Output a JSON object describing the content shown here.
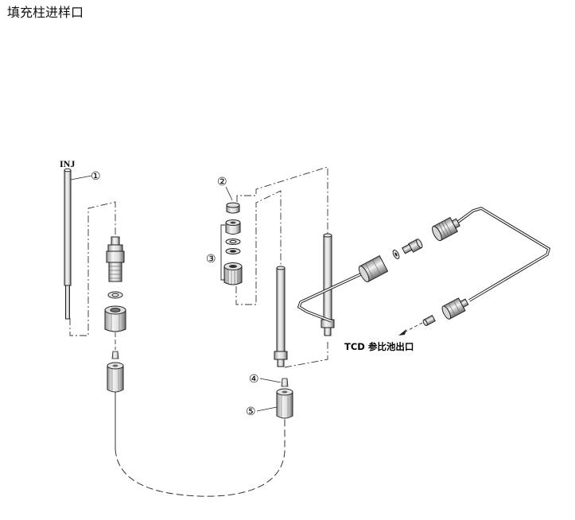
{
  "page": {
    "title": "填充柱进样口"
  },
  "diagram": {
    "labels": {
      "inj": "INJ",
      "tcd_outlet": "TCD 参比池出口"
    },
    "callouts": [
      "①",
      "②",
      "③",
      "④",
      "⑤"
    ]
  },
  "colors": {
    "line": "#222222",
    "metal_light": "#f2f2f2",
    "metal_mid": "#cfcfcf",
    "metal_dark": "#555555",
    "background": "#ffffff"
  }
}
